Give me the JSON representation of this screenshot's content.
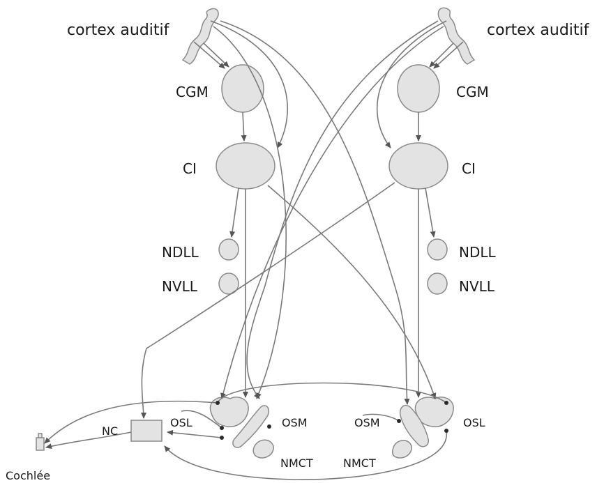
{
  "labels": {
    "cortex_left": "cortex auditif",
    "cortex_right": "cortex auditif",
    "cgm_left": "CGM",
    "cgm_right": "CGM",
    "ci_left": "CI",
    "ci_right": "CI",
    "ndll_left": "NDLL",
    "ndll_right": "NDLL",
    "nvll_left": "NVLL",
    "nvll_right": "NVLL",
    "nc": "NC",
    "osl_left": "OSL",
    "osl_right": "OSL",
    "osm_left": "OSM",
    "osm_right": "OSM",
    "nmct_left": "NMCT",
    "nmct_right": "NMCT",
    "cochlea": "Cochlée"
  },
  "colors": {
    "node_fill": "#e3e3e3",
    "node_stroke": "#8a8a8a",
    "pathway": "#7a7a7a",
    "text": "#1a1a1a"
  }
}
